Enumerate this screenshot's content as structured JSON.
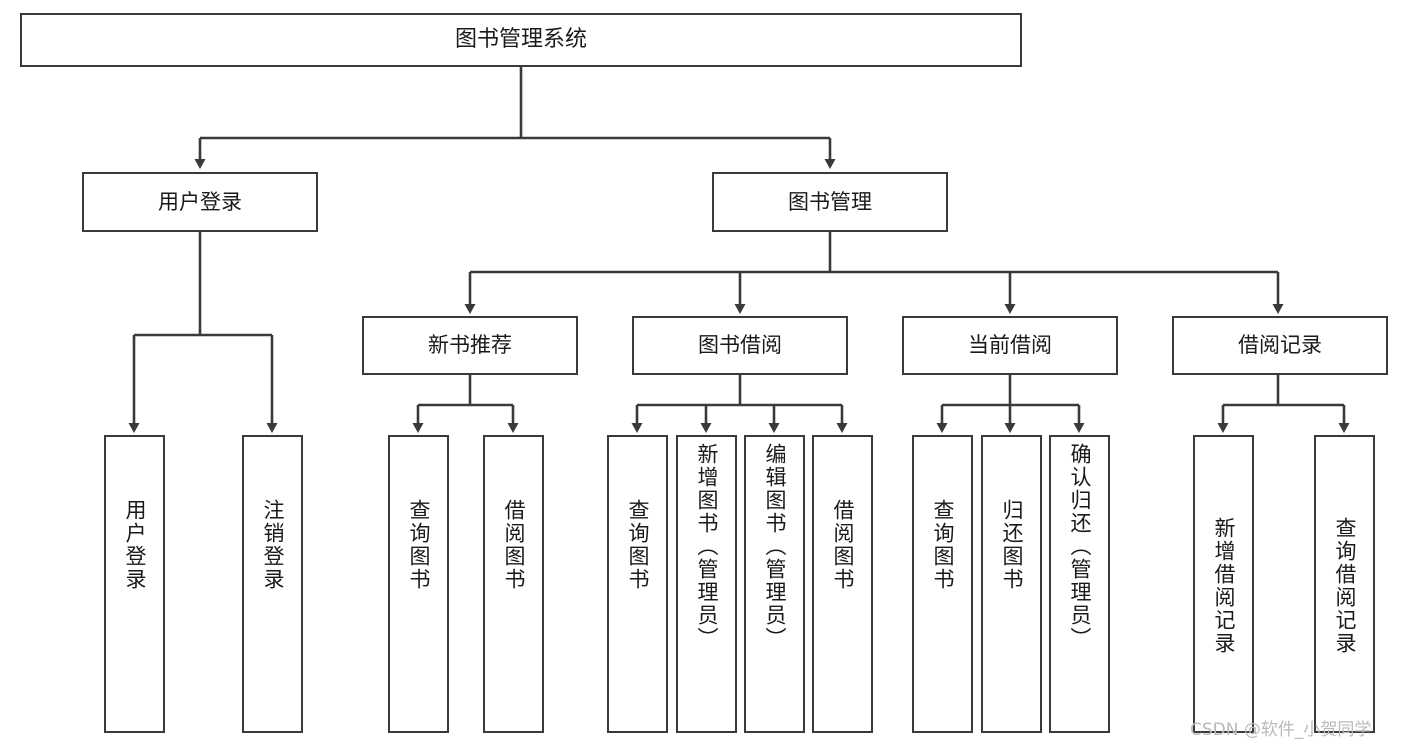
{
  "diagram": {
    "type": "tree",
    "title": "图书管理系统",
    "root": {
      "id": "root",
      "label": "图书管理系统"
    },
    "level2": [
      {
        "id": "user-login",
        "label": "用户登录"
      },
      {
        "id": "book-manage",
        "label": "图书管理"
      }
    ],
    "level3": [
      {
        "id": "new-book-recommend",
        "label": "新书推荐",
        "parent": "book-manage"
      },
      {
        "id": "book-borrow",
        "label": "图书借阅",
        "parent": "book-manage"
      },
      {
        "id": "current-borrow",
        "label": "当前借阅",
        "parent": "book-manage"
      },
      {
        "id": "borrow-record",
        "label": "借阅记录",
        "parent": "book-manage"
      }
    ],
    "leaves": [
      {
        "id": "leaf-user-login",
        "label": "用户登录",
        "parent": "user-login"
      },
      {
        "id": "leaf-logout-login",
        "label": "注销登录",
        "parent": "user-login"
      },
      {
        "id": "leaf-query-book-1",
        "label": "查询图书",
        "parent": "new-book-recommend"
      },
      {
        "id": "leaf-borrow-book-1",
        "label": "借阅图书",
        "parent": "new-book-recommend"
      },
      {
        "id": "leaf-query-book-2",
        "label": "查询图书",
        "parent": "book-borrow"
      },
      {
        "id": "leaf-add-book",
        "label": "新增图书（管理员）",
        "parent": "book-borrow"
      },
      {
        "id": "leaf-edit-book",
        "label": "编辑图书（管理员）",
        "parent": "book-borrow"
      },
      {
        "id": "leaf-borrow-book-2",
        "label": "借阅图书",
        "parent": "book-borrow"
      },
      {
        "id": "leaf-query-book-3",
        "label": "查询图书",
        "parent": "current-borrow"
      },
      {
        "id": "leaf-return-book",
        "label": "归还图书",
        "parent": "current-borrow"
      },
      {
        "id": "leaf-confirm-return",
        "label": "确认归还（管理员）",
        "parent": "current-borrow"
      },
      {
        "id": "leaf-add-record",
        "label": "新增借阅记录",
        "parent": "borrow-record"
      },
      {
        "id": "leaf-query-record",
        "label": "查询借阅记录",
        "parent": "borrow-record"
      }
    ],
    "colors": {
      "stroke": "#3a3a3a",
      "fill": "#ffffff",
      "text": "#1a1a1a",
      "watermark": "#b9b9b9"
    }
  },
  "watermark": {
    "text": "CSDN @软件_小贺同学"
  }
}
